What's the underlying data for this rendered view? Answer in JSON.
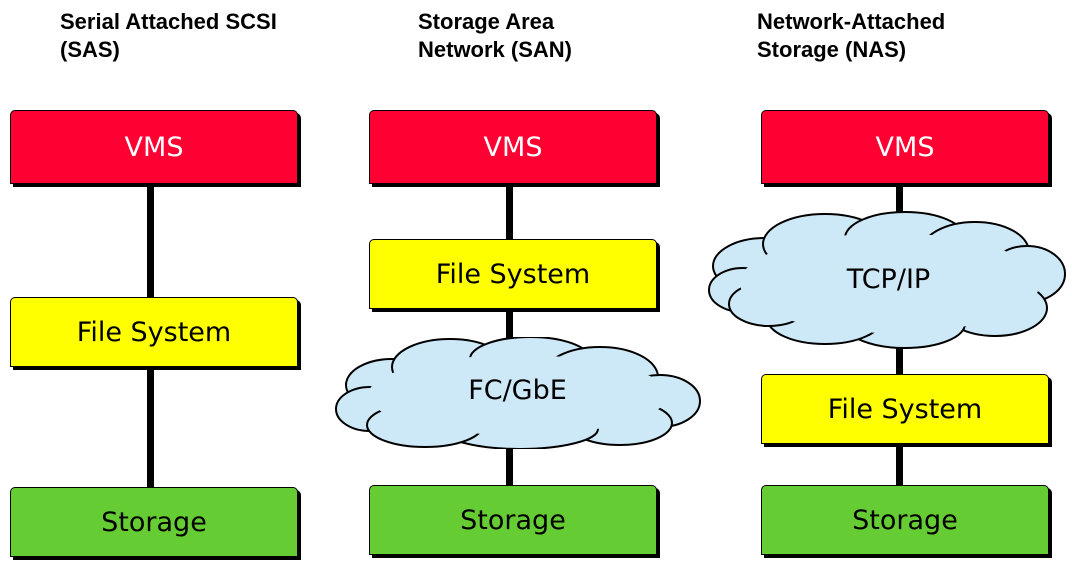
{
  "columns": [
    {
      "title_line1": "Serial Attached SCSI",
      "title_line2": "(SAS)",
      "vms": "VMS",
      "file_system": "File System",
      "storage": "Storage"
    },
    {
      "title_line1": "Storage Area",
      "title_line2": "Network (SAN)",
      "vms": "VMS",
      "file_system": "File System",
      "network": "FC/GbE",
      "storage": "Storage"
    },
    {
      "title_line1": "Network-Attached",
      "title_line2": "Storage (NAS)",
      "vms": "VMS",
      "network": "TCP/IP",
      "file_system": "File System",
      "storage": "Storage"
    }
  ],
  "colors": {
    "vms": "#ff0033",
    "file_system": "#ffff00",
    "storage": "#66cc33",
    "network_cloud": "#cde8f6"
  }
}
